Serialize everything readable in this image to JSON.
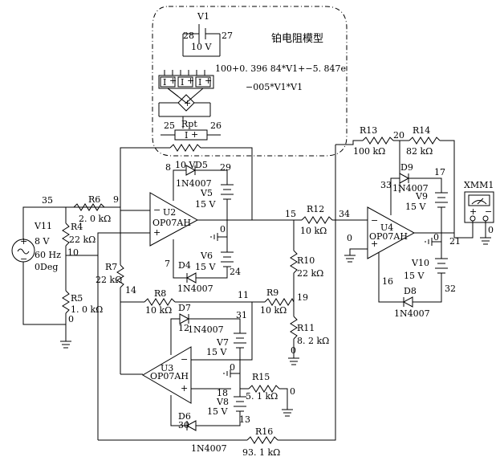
{
  "model": {
    "title": "铂电阻模型",
    "v1": {
      "name": "V1",
      "value": "10 V"
    },
    "expr_line1": "100+0. 396  84*V1+−5. 847e",
    "expr_line2": "−005*V1*V1",
    "rpt": "Rpt"
  },
  "sources": {
    "v11": {
      "name": "V11",
      "amp": "8 V",
      "freq": "60 Hz",
      "phase": "0Deg"
    }
  },
  "resistors": {
    "r4": {
      "name": "R4",
      "value": "22 kΩ"
    },
    "r5": {
      "name": "R5",
      "value": "1. 0 kΩ"
    },
    "r6": {
      "name": "R6",
      "value": "2. 0 kΩ"
    },
    "r7": {
      "name": "R7",
      "value": "22 kΩ"
    },
    "r8": {
      "name": "R8",
      "value": "10 kΩ"
    },
    "r9": {
      "name": "R9",
      "value": "10 kΩ"
    },
    "r10": {
      "name": "R10",
      "value": "22 kΩ"
    },
    "r11": {
      "name": "R11",
      "value": "8. 2 kΩ"
    },
    "r12": {
      "name": "R12",
      "value": "10 kΩ"
    },
    "r13": {
      "name": "R13",
      "value": "100 kΩ"
    },
    "r14": {
      "name": "R14",
      "value": "82 kΩ"
    },
    "r15": {
      "name": "R15",
      "value": "5. 1 kΩ"
    },
    "r16": {
      "name": "R16",
      "value": "93. 1 kΩ"
    }
  },
  "opamps": {
    "u2": {
      "name": "U2",
      "model": "OP07AH"
    },
    "u3": {
      "name": "U3",
      "model": "OP07AH"
    },
    "u4": {
      "name": "U4",
      "model": "OP07AH"
    }
  },
  "diodes": {
    "d4": {
      "name": "D4",
      "model": "1N4007"
    },
    "d5": {
      "name": "D5",
      "model": "1N4007"
    },
    "d6": {
      "name": "D6",
      "model": "1N4007"
    },
    "d7": {
      "name": "D7",
      "model": "1N4007"
    },
    "d8": {
      "name": "D8",
      "model": "1N4007"
    },
    "d9": {
      "name": "D9",
      "model": "1N4007"
    }
  },
  "supplies": {
    "v5_label_top": "10 V",
    "v5": {
      "name": "V5",
      "value": "15 V"
    },
    "v6": {
      "name": "V6",
      "value": "15 V"
    },
    "v7": {
      "name": "V7",
      "value": "15 V"
    },
    "v8": {
      "name": "V8",
      "value": "15 V"
    },
    "v9": {
      "name": "V9",
      "value": "15 V"
    },
    "v10": {
      "name": "V10",
      "value": "15 V"
    }
  },
  "meter": {
    "name": "XMM1"
  },
  "nodes": {
    "n0": "0",
    "n7": "7",
    "n8": "8",
    "n9": "9",
    "n10": "10",
    "n11": "11",
    "n12": "12",
    "n13": "13",
    "n14": "14",
    "n15": "15",
    "n16": "16",
    "n17": "17",
    "n18": "18",
    "n19": "19",
    "n20": "20",
    "n21": "21",
    "n24": "24",
    "n25": "25",
    "n26": "26",
    "n27": "27",
    "n28": "28",
    "n29": "29",
    "n30": "30",
    "n31": "31",
    "n32": "32",
    "n33": "33",
    "n34": "34",
    "n35": "35"
  }
}
